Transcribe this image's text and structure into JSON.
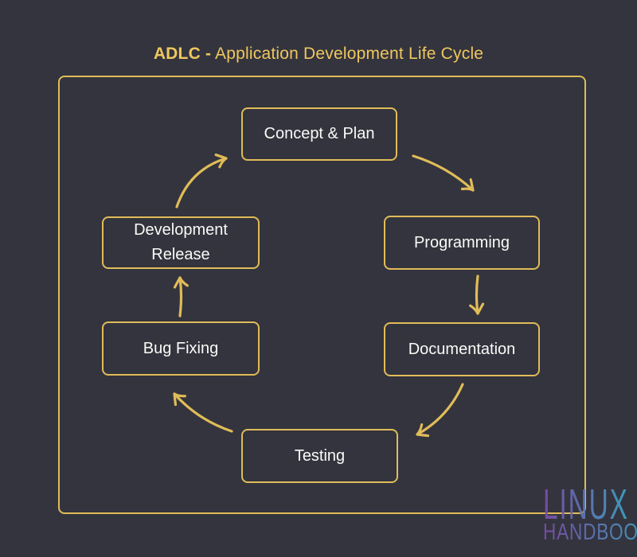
{
  "page": {
    "background_color": "#34343E",
    "accent_color": "#E0BC58",
    "title_color": "#EFC75F",
    "node_text_color": "#FAFAF8"
  },
  "title": {
    "abbr": "ADLC -",
    "rest": " Application Development Life Cycle"
  },
  "diagram": {
    "type": "cycle",
    "nodes": [
      {
        "id": "concept-plan",
        "label": "Concept & Plan"
      },
      {
        "id": "programming",
        "label": "Programming"
      },
      {
        "id": "documentation",
        "label": "Documentation"
      },
      {
        "id": "testing",
        "label": "Testing"
      },
      {
        "id": "bug-fixing",
        "label": "Bug Fixing"
      },
      {
        "id": "development-release",
        "label": "Development Release"
      }
    ],
    "edges": [
      {
        "from": "concept-plan",
        "to": "programming"
      },
      {
        "from": "programming",
        "to": "documentation"
      },
      {
        "from": "documentation",
        "to": "testing"
      },
      {
        "from": "testing",
        "to": "bug-fixing"
      },
      {
        "from": "bug-fixing",
        "to": "development-release"
      },
      {
        "from": "development-release",
        "to": "concept-plan"
      }
    ]
  },
  "watermark": {
    "line1": "LINUX",
    "line2": "HANDBOOK",
    "gradient_start": "#7C4CA8",
    "gradient_end": "#3DA4C4"
  }
}
